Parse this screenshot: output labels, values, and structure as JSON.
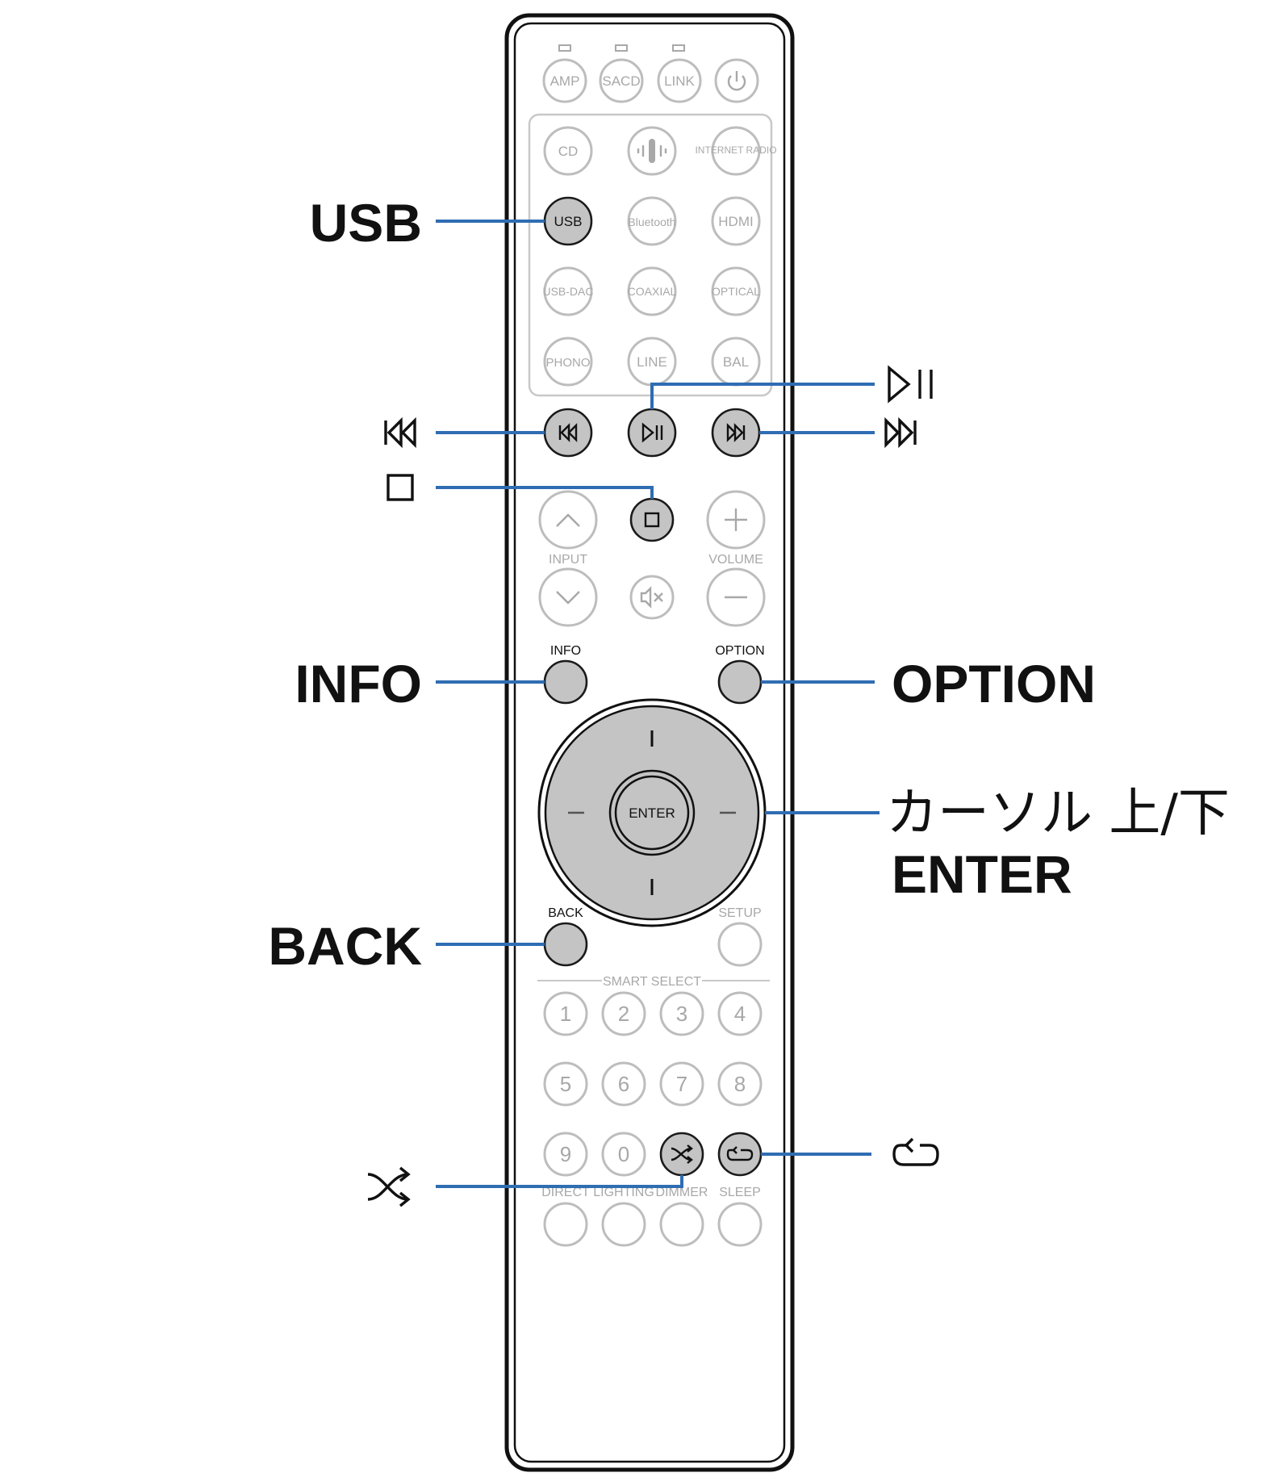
{
  "remote": {
    "top_row": [
      "AMP",
      "SACD",
      "LINK"
    ],
    "source_buttons": [
      [
        "CD",
        "",
        "INTERNET RADIO"
      ],
      [
        "USB",
        "Bluetooth",
        "HDMI"
      ],
      [
        "USB-DAC",
        "COAXIAL",
        "OPTICAL"
      ],
      [
        "PHONO",
        "LINE",
        "BAL"
      ]
    ],
    "input_label": "INPUT",
    "volume_label": "VOLUME",
    "info_label": "INFO",
    "option_label": "OPTION",
    "enter_label": "ENTER",
    "back_label": "BACK",
    "setup_label": "SETUP",
    "smart_select_label": "SMART SELECT",
    "numbers": [
      "1",
      "2",
      "3",
      "4",
      "5",
      "6",
      "7",
      "8",
      "9",
      "0"
    ],
    "bottom_labels": [
      "DIRECT",
      "LIGHTING",
      "DIMMER",
      "SLEEP"
    ]
  },
  "callouts": {
    "usb": "USB",
    "info": "INFO",
    "option": "OPTION",
    "cursor_up_down": "カーソル 上/下",
    "enter": "ENTER",
    "back": "BACK"
  },
  "colors": {
    "leader_line": "#2f6db3",
    "highlight_fill": "#c4c4c4",
    "inactive": "#a8a8a8"
  },
  "icons": [
    "play-pause-icon",
    "skip-back-icon",
    "skip-forward-icon",
    "stop-icon",
    "shuffle-icon",
    "repeat-icon",
    "power-icon",
    "heos-icon",
    "mute-icon"
  ]
}
